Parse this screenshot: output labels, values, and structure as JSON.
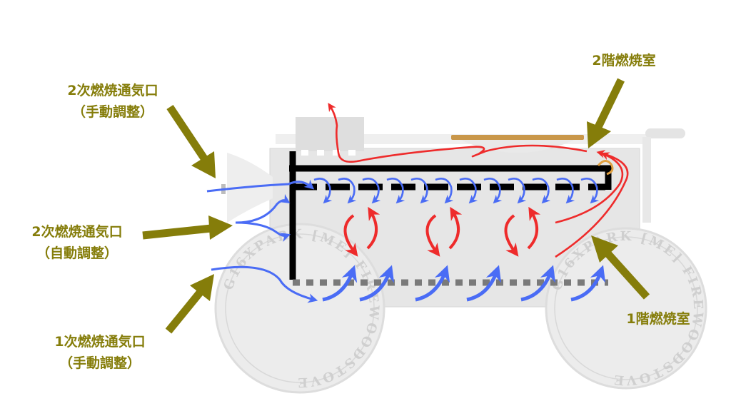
{
  "labels": {
    "secondary_inlet_manual": {
      "line1": "2次燃焼通気口",
      "line2": "（手動調整）"
    },
    "secondary_inlet_auto": {
      "line1": "2次燃焼通気口",
      "line2": "（自動調整）"
    },
    "primary_inlet_manual": {
      "line1": "1次燃焼通気口",
      "line2": "（手動調整）"
    },
    "second_chamber": "2階燃焼室",
    "first_chamber": "1階燃焼室"
  },
  "wheel_text": {
    "left": "G16XPARK [ME] FIREWOODSTOVE",
    "right": "G16XPARK [ME] FIREWOODSTOVE"
  },
  "colors": {
    "label": "#857d0a",
    "pointer": "#857d0a",
    "air_flow": "#4a6cf5",
    "hot_flow": "#ee2b2b",
    "wall": "#000000",
    "grate": "#7a7a7a",
    "stove_body": "#e6e6e6"
  }
}
